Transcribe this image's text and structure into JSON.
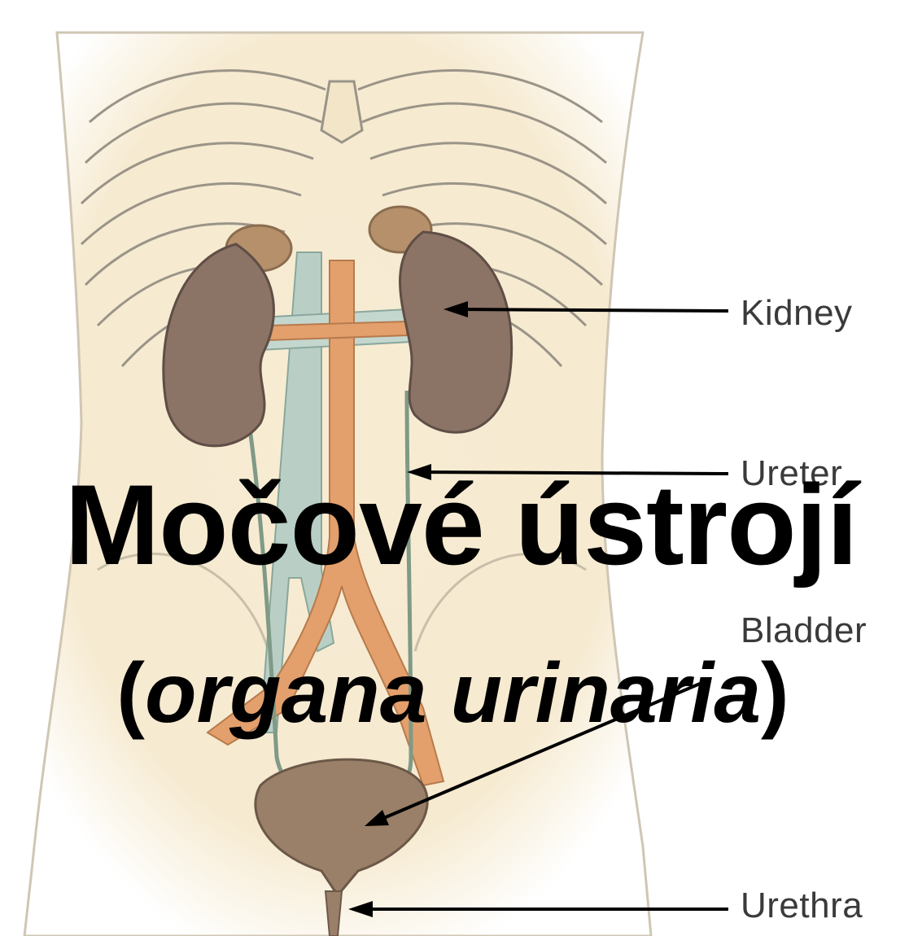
{
  "labels": {
    "kidney": "Kidney",
    "ureter": "Ureter",
    "bladder": "Bladder",
    "urethra": "Urethra"
  },
  "title": {
    "main": "Močové ústrojí",
    "sub_open": "(",
    "sub_text": "organa urinaria",
    "sub_close": ")"
  },
  "colors": {
    "skin": "#f6ebd2",
    "outline": "#9a9488",
    "kidney": "#8b7366",
    "adrenal": "#b5906a",
    "aorta": "#e3a06c",
    "vena_cava": "#b9cfc6",
    "bladder": "#9a8068",
    "leader_line": "#000000"
  }
}
